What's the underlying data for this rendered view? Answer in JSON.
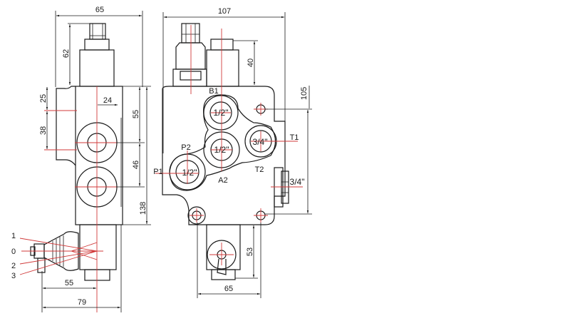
{
  "side_view": {
    "dims": {
      "width_top": "65",
      "cartridge_height": "62",
      "boss_top": "25",
      "boss_height": "38",
      "port_offset": "24",
      "first_port": "55",
      "port_spacing": "46",
      "body_height": "138",
      "lever_offset": "55",
      "overall_width": "79"
    },
    "lever_positions": [
      "1",
      "0",
      "2",
      "3"
    ]
  },
  "front_view": {
    "dims": {
      "overall_width": "107",
      "cap_height": "40",
      "mount_spacing_v": "105",
      "bottom_height": "53",
      "mount_spacing_h": "65"
    },
    "ports": {
      "B1": "B1",
      "A2": "A2",
      "P1": "P1",
      "P2": "P2",
      "T1": "T1",
      "T2": "T2"
    },
    "sizes": {
      "b1": "1/2\"",
      "a2": "1/2\"",
      "p": "1/2\"",
      "t1": "3/4\"",
      "side": "3/4\""
    }
  },
  "colors": {
    "line": "#1a1a1a",
    "centerline": "#d03a3a"
  }
}
